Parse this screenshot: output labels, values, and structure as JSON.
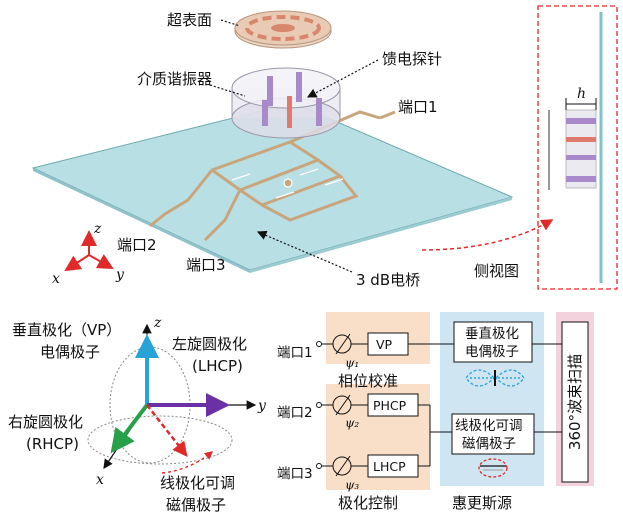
{
  "top": {
    "metasurface": "超表面",
    "feed_probe": "馈电探针",
    "dielectric_resonator": "介质谐振器",
    "port1": "端口1",
    "port2": "端口2",
    "port3": "端口3",
    "bridge": "3 dB电桥",
    "side_view": "侧视图",
    "h": "h",
    "axis_z": "z",
    "axis_x": "x",
    "axis_y": "y"
  },
  "bottom_left": {
    "vp_line1": "垂直极化（VP）",
    "vp_line2": "电偶极子",
    "lhcp_line1": "左旋圆极化",
    "lhcp_line2": "(LHCP)",
    "rhcp_line1": "右旋圆极化",
    "rhcp_line2": "(RHCP)",
    "tunable_line1": "线极化可调",
    "tunable_line2": "磁偶极子",
    "axis_z": "z",
    "axis_y": "y",
    "axis_x": "x"
  },
  "bottom_right": {
    "port1": "端口1",
    "port2": "端口2",
    "port3": "端口3",
    "psi1": "ψ₁",
    "psi2": "ψ₂",
    "psi3": "ψ₃",
    "vp": "VP",
    "phcp": "PHCP",
    "lhcp": "LHCP",
    "phase_cal": "相位校准",
    "pol_control": "极化控制",
    "vp_dipole_line1": "垂直极化",
    "vp_dipole_line2": "电偶极子",
    "md_line1": "线极化可调",
    "md_line2": "磁偶极子",
    "huygens": "惠更斯源",
    "scan": "360°波束扫描"
  },
  "colors": {
    "substrate": "#b8dfe4",
    "trace": "#c9a57c",
    "orange_panel": "#f9dfc8",
    "blue_panel": "#cfe6f2",
    "pink_panel": "#f3d2de",
    "z_arrow": "#27a3d8",
    "y_arrow": "#6b2fa6",
    "x_arrow": "#26a14a",
    "dashed_arrow": "#e02a2a"
  }
}
